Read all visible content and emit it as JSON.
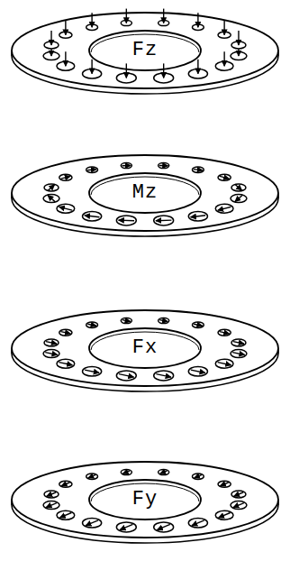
{
  "diagram": {
    "nodes": [
      {
        "text": [
          "Fz"
        ]
      },
      {
        "text": [
          "Mz"
        ]
      },
      {
        "text": [
          "Fx"
        ]
      },
      {
        "text": [
          "Fy"
        ]
      }
    ]
  }
}
